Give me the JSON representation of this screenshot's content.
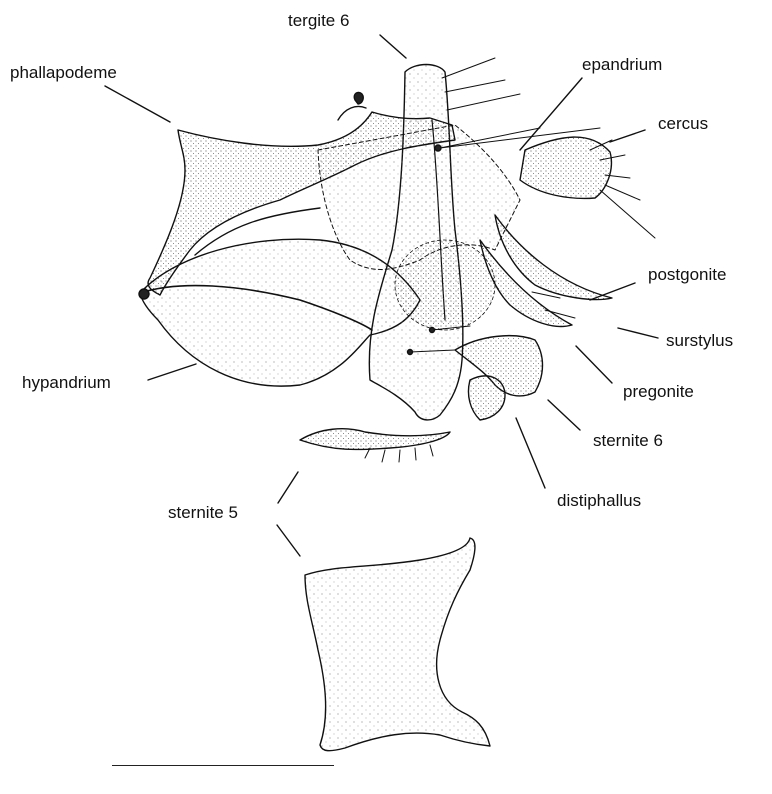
{
  "labels": {
    "phallapodeme": "phallapodeme",
    "tergite6": "tergite 6",
    "epandrium": "epandrium",
    "cercus": "cercus",
    "postgonite": "postgonite",
    "surstylus": "surstylus",
    "pregonite": "pregonite",
    "hypandrium": "hypandrium",
    "sternite6": "sternite 6",
    "sternite5": "sternite 5",
    "distiphallus": "distiphallus"
  },
  "colors": {
    "ink": "#111111",
    "stipple": "#3a3a3a",
    "background": "#ffffff"
  }
}
